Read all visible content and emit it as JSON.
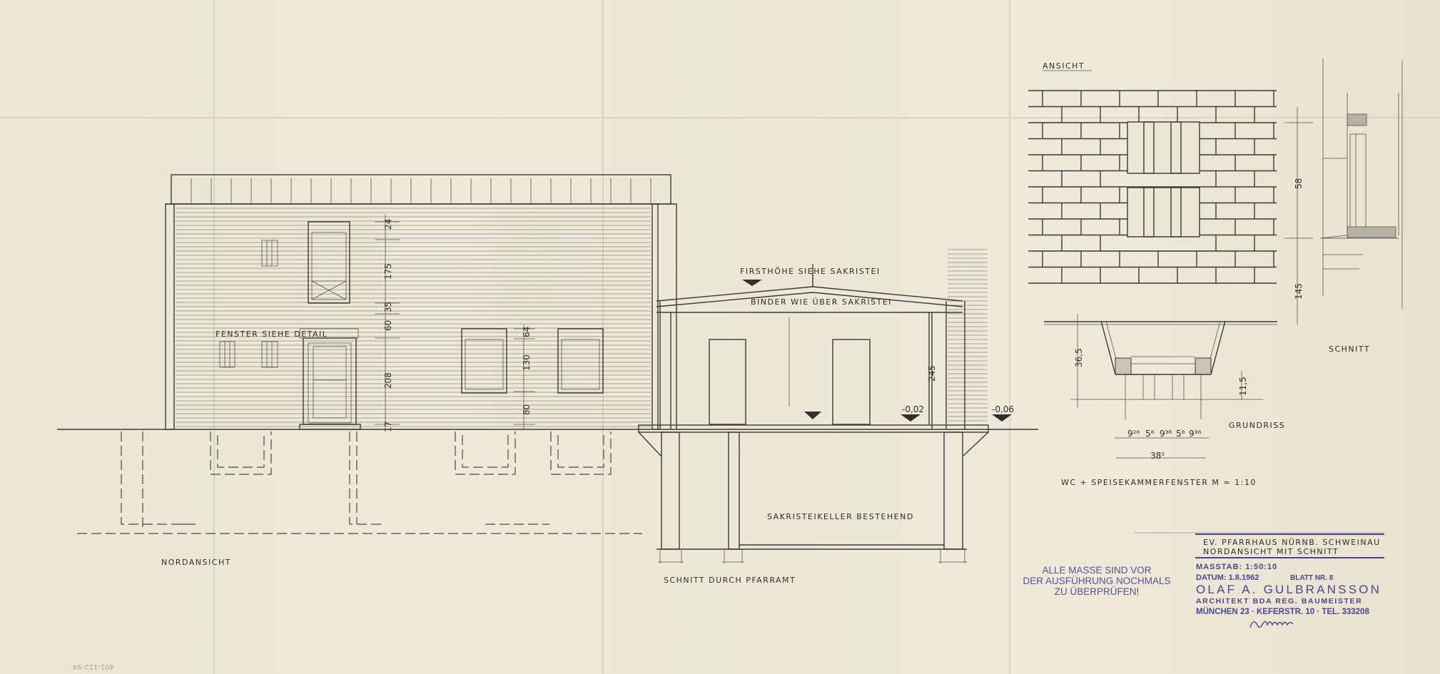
{
  "elevation": {
    "title": "NORDANSICHT",
    "window_note": "FENSTER SIEHE DETAIL",
    "dimensions_left": [
      "24",
      "175",
      "35",
      "60",
      "208",
      "17"
    ],
    "dimensions_right": [
      "64",
      "130",
      "80"
    ]
  },
  "section": {
    "title": "SCHNITT DURCH PFARRAMT",
    "ridge_note": "FIRSTHÖHE SIEHE SAKRISTEI",
    "truss_note": "BINDER WIE ÜBER SAKRISTEI",
    "cellar_note": "SAKRISTEIKELLER BESTEHEND",
    "height_dim": "245",
    "level_a": "-0,02",
    "level_b": "-0,06"
  },
  "detail": {
    "view_label": "ANSICHT",
    "section_label": "SCHNITT",
    "plan_label": "GRUNDRISS",
    "caption": "WC + SPEISEKAMMERFENSTER   M = 1:10",
    "dim_height_upper": "58",
    "dim_height_lower": "145",
    "dim_depth": "36,5",
    "dim_sill": "11,5",
    "plan_dims": [
      "9²⁶",
      "5⁶",
      "9³⁶",
      "5⁶",
      "9³⁶"
    ],
    "plan_total": "38⁵"
  },
  "stamp": {
    "lines": [
      "ALLE MASSE SIND VOR",
      "DER AUSFÜHRUNG NOCHMALS",
      "ZU ÜBERPRÜFEN!"
    ],
    "color": "#5b4f98"
  },
  "title_block": {
    "project": "EV. PFARRHAUS NÜRNB. SCHWEINAU",
    "sheet_title": "NORDANSICHT MIT SCHNITT",
    "scale": "MASSTAB: 1:50:10",
    "date": "DATUM: 1.8.1962",
    "sheet_no": "BLATT NR. 8",
    "architect": "OLAF A. GULBRANSSON",
    "profession": "ARCHITEKT BDA REG. BAUMEISTER",
    "address": "MÜNCHEN 23 · KEFERSTR. 10 · TEL. 333208",
    "signature": "Gulbransson"
  },
  "archive_number": "401-112-94"
}
